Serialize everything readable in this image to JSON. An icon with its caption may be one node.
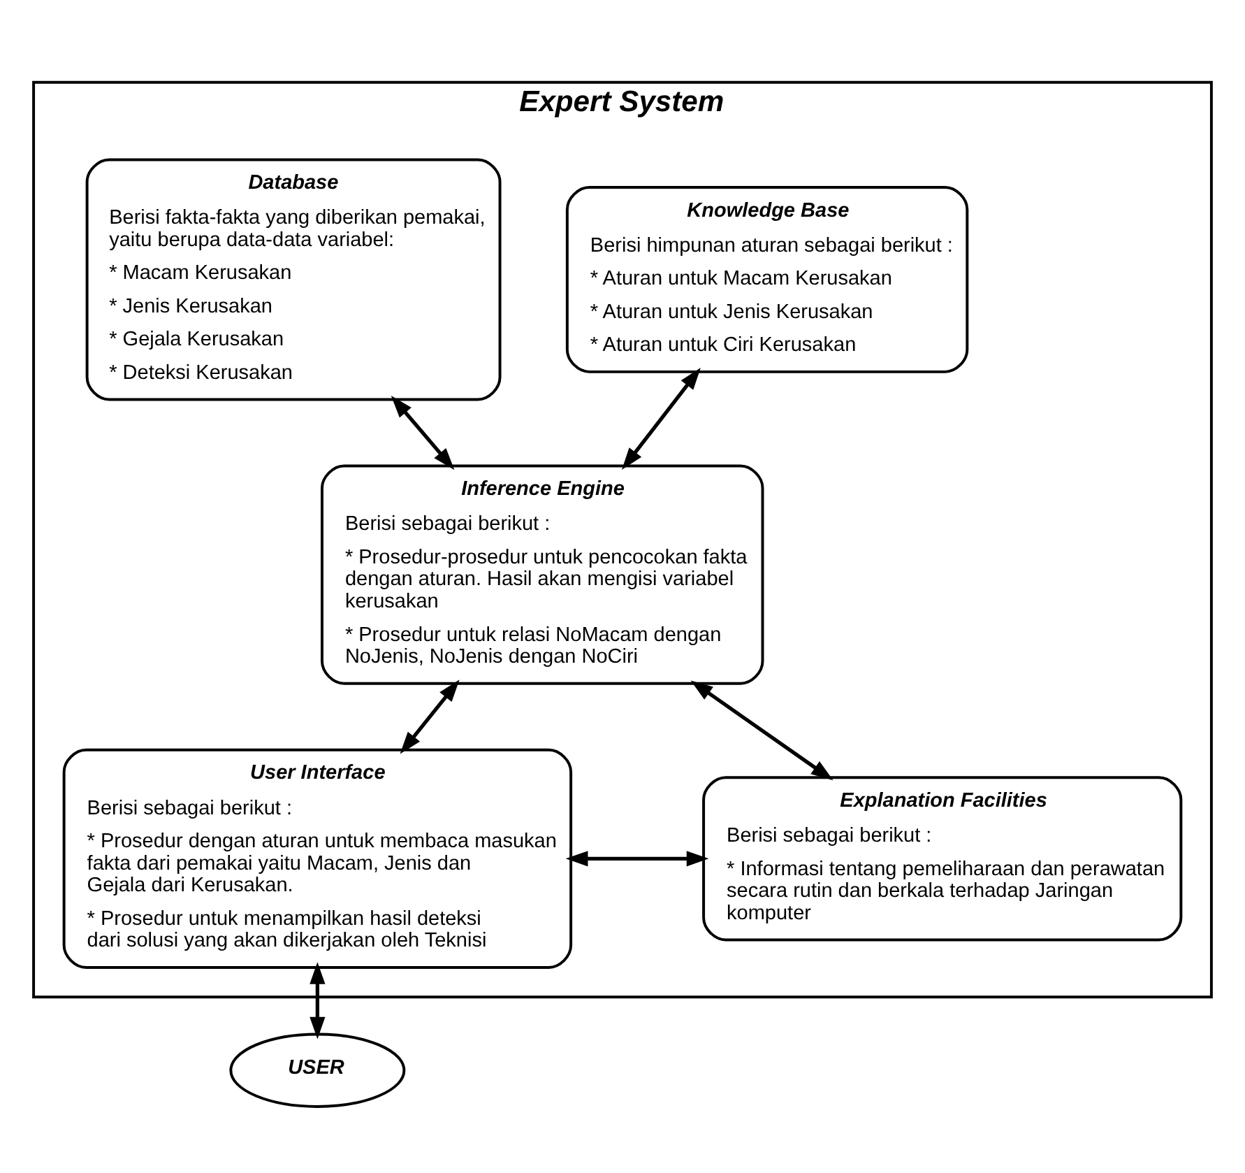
{
  "diagram": {
    "nodes": [
      {
        "text": [
          "Expert System"
        ]
      },
      {
        "text": [
          "Knowledge Base",
          "Berisi himpunan aturan sebagai berikut :",
          "* Aturan untuk Macam Kerusakan",
          "* Aturan untuk Jenis Kerusakan",
          "* Aturan untuk Ciri Kerusakan"
        ],
        "in": 0
      },
      {
        "text": [
          "Database",
          "Berisi fakta-fakta yang diberikan pemakai, yaitu berupa data-data variabel:",
          "* Macam Kerusakan",
          "* Jenis Kerusakan",
          "* Gejala Kerusakan",
          "* Deteksi Kerusakan"
        ],
        "in": 0
      },
      {
        "text": [
          "Inference Engine",
          "Berisi sebagai berikut :",
          "* Prosedur-prosedur untuk pencocokan fakta dengan aturan. Hasil akan mengisi variabel kerusakan",
          "* Prosedur untuk relasi NoMacam dengan NoJenis, NoJenis dengan NoCiri"
        ],
        "in": 0
      },
      {
        "text": [
          "User Interface",
          "Berisi sebagai berikut :",
          "* Prosedur dengan aturan untuk membaca masukan fakta dari pemakai yaitu Macam, Jenis dan Gejala dari Kerusakan.",
          "* Prosedur untuk menampilkan hasil deteksi dari solusi yang akan dikerjakan oleh Teknisi"
        ],
        "in": 0
      },
      {
        "text": [
          "Explanation Facilities",
          "Berisi sebagai berikut :",
          "* Informasi tentang pemeliharaan dan perawatan secara rutin dan berkala terhadap Jaringan komputer"
        ],
        "in": 0
      },
      {
        "text": [
          "USER"
        ]
      }
    ],
    "edges": [
      {
        "from": 1,
        "to": 3,
        "arrow": "both"
      },
      {
        "from": 2,
        "to": 3,
        "arrow": "both"
      },
      {
        "from": 3,
        "to": 4,
        "arrow": "both"
      },
      {
        "from": 3,
        "to": 5,
        "arrow": "both"
      },
      {
        "from": 4,
        "to": 5,
        "arrow": "both"
      },
      {
        "from": 4,
        "to": 6,
        "arrow": "both"
      }
    ]
  }
}
